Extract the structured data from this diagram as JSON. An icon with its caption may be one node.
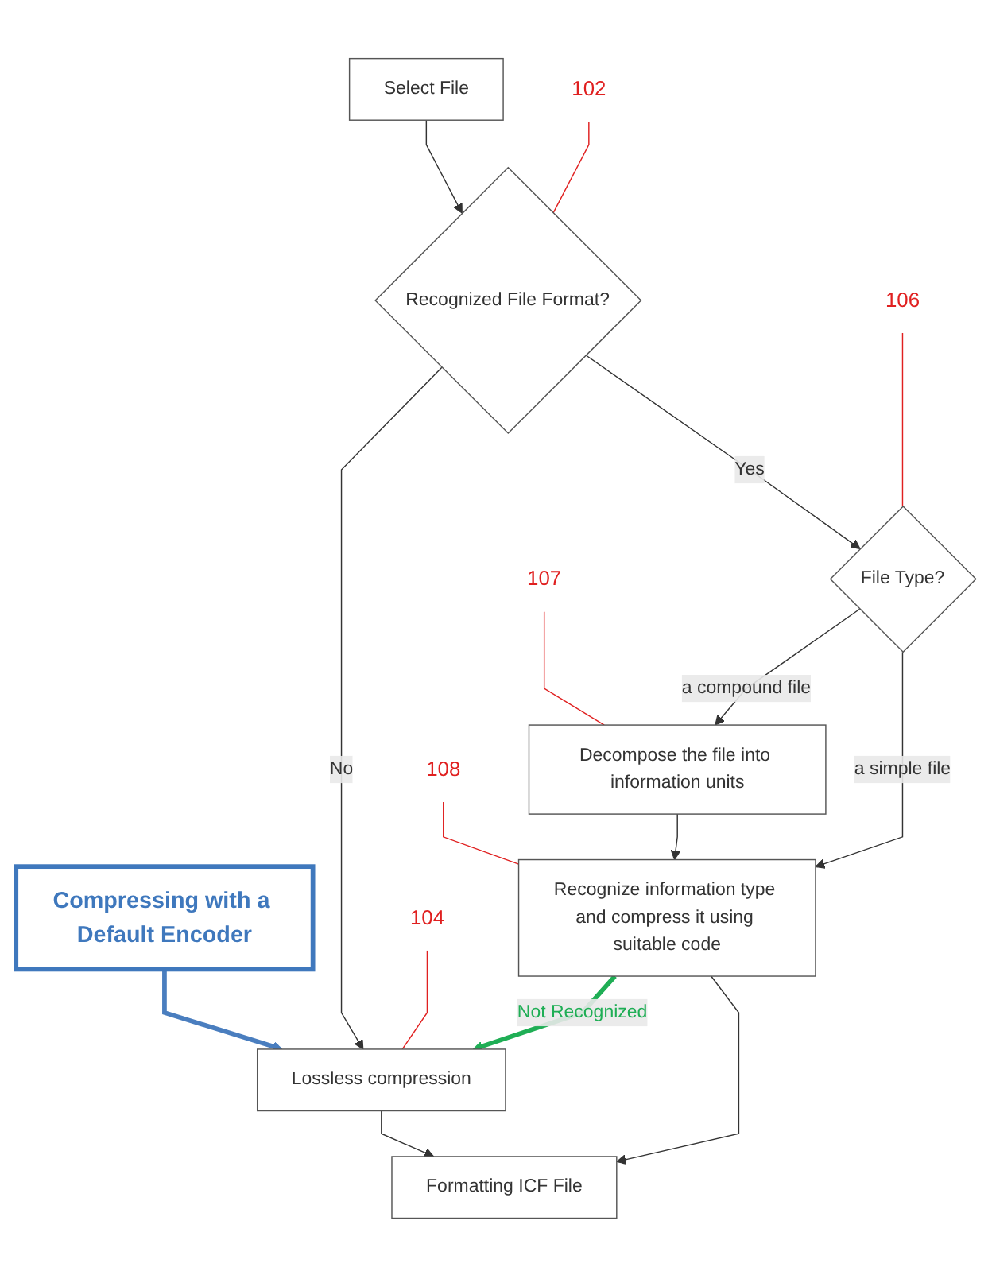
{
  "diagram": {
    "nodes": [
      {
        "text": [
          "Compressing with a Default Encoder"
        ]
      },
      {
        "text": [
          "Select File"
        ]
      },
      {
        "text": [
          "Recognized File Format?"
        ]
      },
      {
        "text": [
          "Lossless compression"
        ]
      },
      {
        "text": [
          "File Type?"
        ]
      },
      {
        "text": [
          "Decompose the file into information units"
        ]
      },
      {
        "text": [
          "Recognize information type and compress it using suitable code"
        ]
      },
      {
        "text": [
          "Formatting ICF File"
        ]
      },
      {
        "text": [
          "102"
        ]
      },
      {
        "text": [
          "104"
        ]
      },
      {
        "text": [
          "106"
        ]
      },
      {
        "text": [
          "107"
        ]
      },
      {
        "text": [
          "108"
        ]
      }
    ],
    "edges": [
      {
        "from": 0,
        "to": 3,
        "arrow": "to",
        "style": "thick",
        "color": "#4a7ebf"
      },
      {
        "from": 1,
        "to": 2,
        "arrow": "to"
      },
      {
        "from": 2,
        "to": 3,
        "arrow": "to",
        "label": "No"
      },
      {
        "from": 2,
        "to": 4,
        "arrow": "to",
        "label": "Yes"
      },
      {
        "from": 4,
        "to": 5,
        "arrow": "to",
        "label": "a compound file"
      },
      {
        "from": 4,
        "to": 6,
        "arrow": "to",
        "label": "a simple file"
      },
      {
        "from": 5,
        "to": 6,
        "arrow": "to"
      },
      {
        "from": 6,
        "to": 3,
        "arrow": "to",
        "label": "Not Recognized",
        "style": "thick",
        "color": "#1fae55"
      },
      {
        "from": 3,
        "to": 7,
        "arrow": "to"
      },
      {
        "from": 6,
        "to": 7,
        "arrow": "to"
      },
      {
        "from": 8,
        "to": 2,
        "arrow": "none",
        "color": "#e02020"
      },
      {
        "from": 9,
        "to": 3,
        "arrow": "none",
        "color": "#e02020"
      },
      {
        "from": 10,
        "to": 4,
        "arrow": "none",
        "color": "#e02020"
      },
      {
        "from": 11,
        "to": 5,
        "arrow": "none",
        "color": "#e02020"
      },
      {
        "from": 12,
        "to": 6,
        "arrow": "none",
        "color": "#e02020"
      }
    ]
  }
}
